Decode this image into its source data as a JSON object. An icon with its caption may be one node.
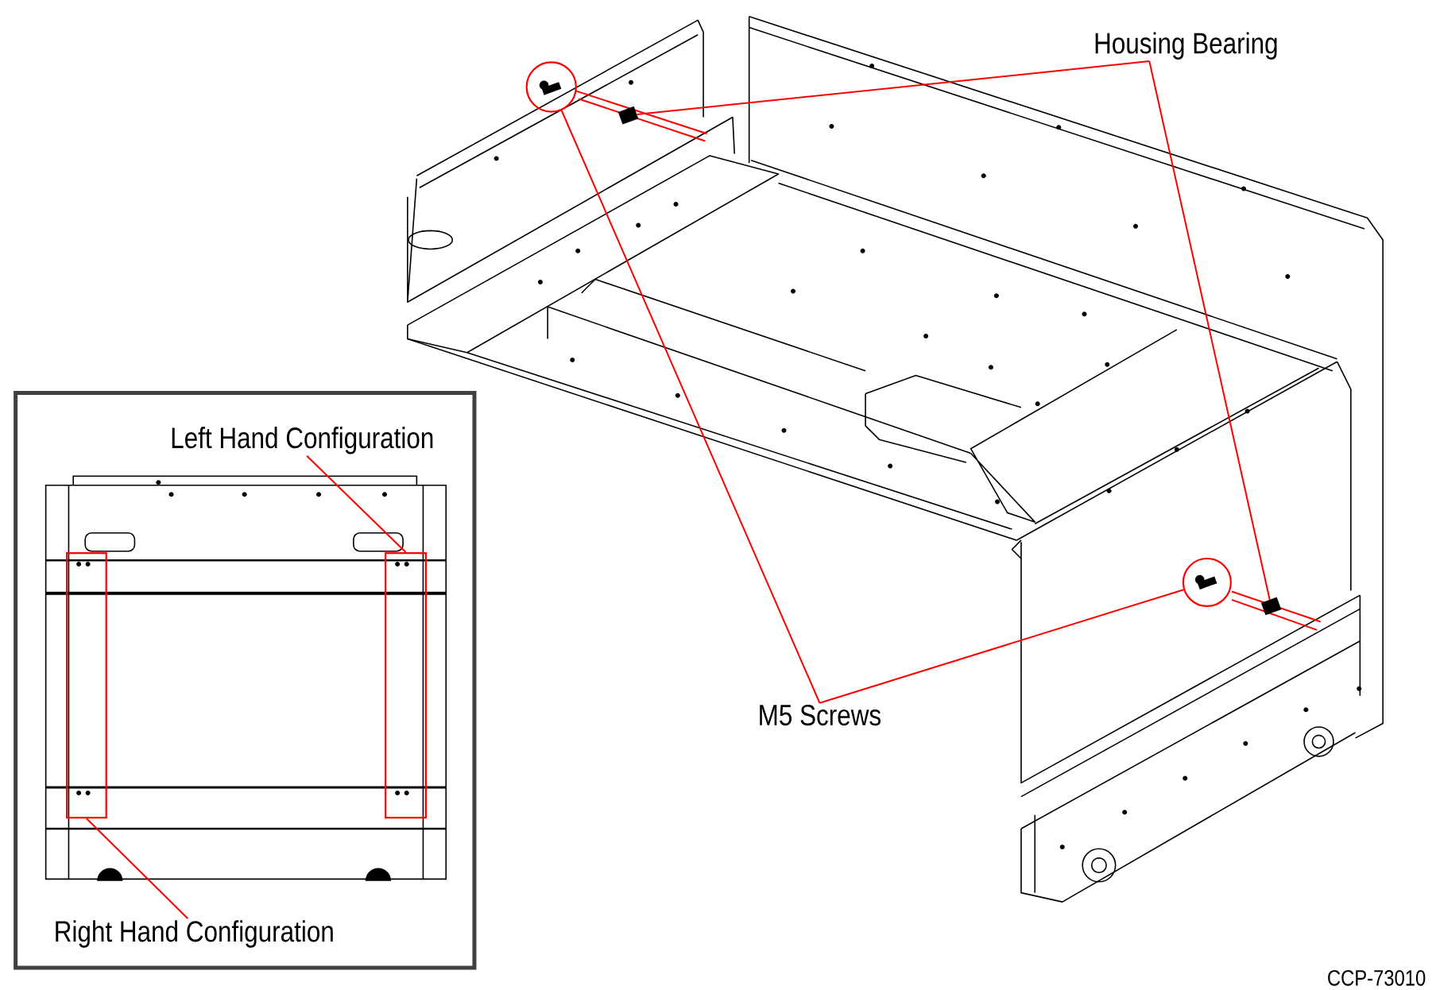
{
  "diagram": {
    "nodes": [
      {
        "text": [
          "Housing Bearing"
        ]
      },
      {
        "text": [
          "M5 Screws"
        ]
      },
      {
        "text": [
          "Left Hand Configuration"
        ]
      },
      {
        "text": [
          "Right Hand Configuration"
        ]
      },
      {
        "text": [],
        "shape": "picture"
      },
      {
        "text": [],
        "shape": "picture"
      },
      {
        "text": [],
        "shape": "circle"
      },
      {
        "text": [],
        "shape": "circle"
      },
      {
        "text": [],
        "shape": "box"
      },
      {
        "text": [],
        "shape": "box"
      }
    ],
    "edges": [
      {
        "from": 0,
        "to": 4,
        "arrow": "none"
      },
      {
        "from": 0,
        "to": 5,
        "arrow": "none"
      },
      {
        "from": 1,
        "to": 6,
        "arrow": "none"
      },
      {
        "from": 1,
        "to": 7,
        "arrow": "none"
      },
      {
        "from": 2,
        "to": 9,
        "arrow": "none"
      },
      {
        "from": 3,
        "to": 8,
        "arrow": "none"
      }
    ],
    "labels": [
      "CCP-73010"
    ]
  }
}
